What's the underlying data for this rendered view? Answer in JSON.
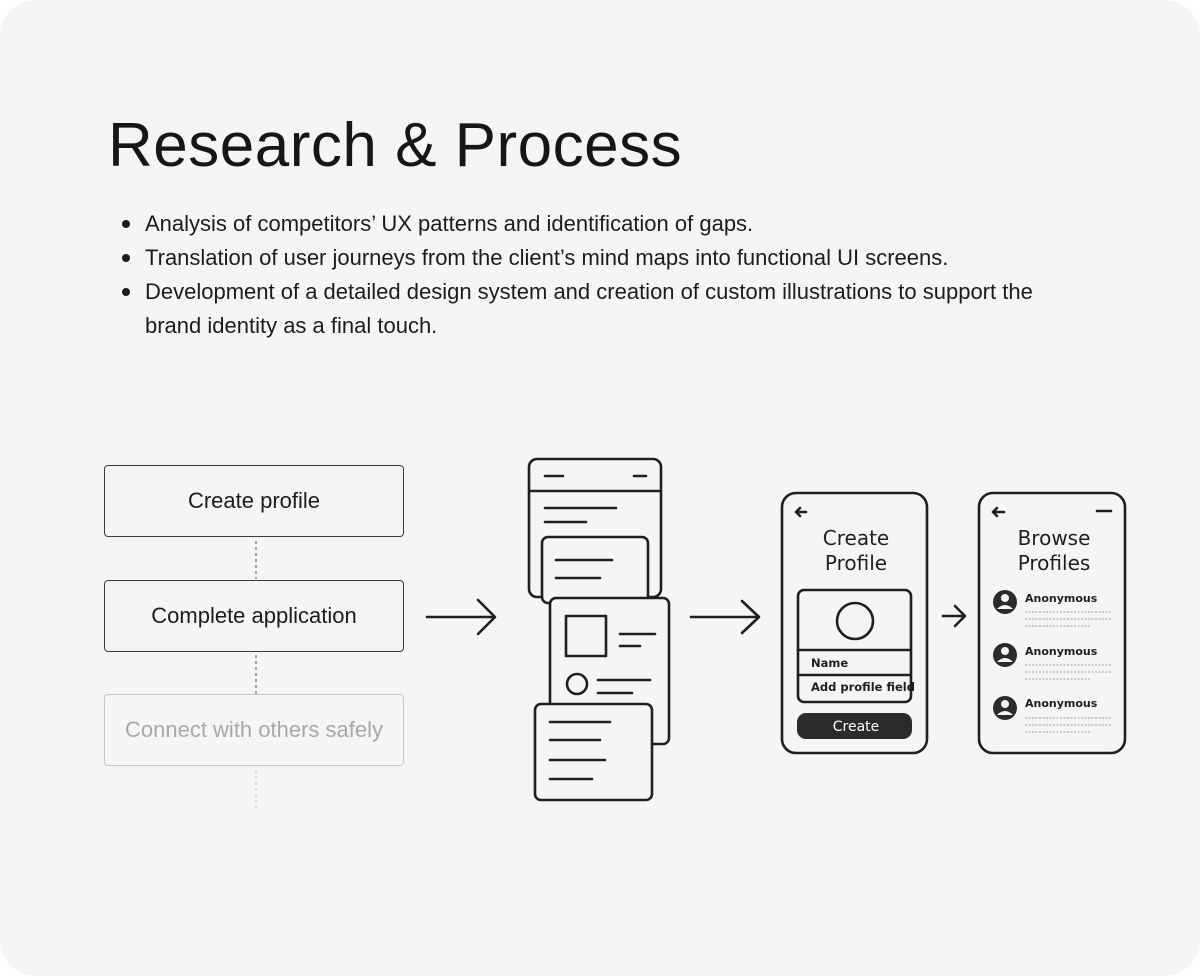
{
  "title": "Research & Process",
  "bullets": [
    "Analysis of competitors’ UX patterns and identification of gaps.",
    "Translation of user journeys from the client’s mind maps into functional UI screens.",
    "Development of a detailed design system and creation of custom illustrations to support the brand identity as a final touch."
  ],
  "flow": {
    "step1": "Create profile",
    "step2": "Complete application",
    "step3": "Connect with others safely"
  },
  "phone_create": {
    "title_line1": "Create",
    "title_line2": "Profile",
    "field_name": "Name",
    "field_add": "Add profile field",
    "button": "Create"
  },
  "phone_browse": {
    "title_line1": "Browse",
    "title_line2": "Profiles",
    "profiles": [
      "Anonymous",
      "Anonymous",
      "Anonymous"
    ]
  }
}
